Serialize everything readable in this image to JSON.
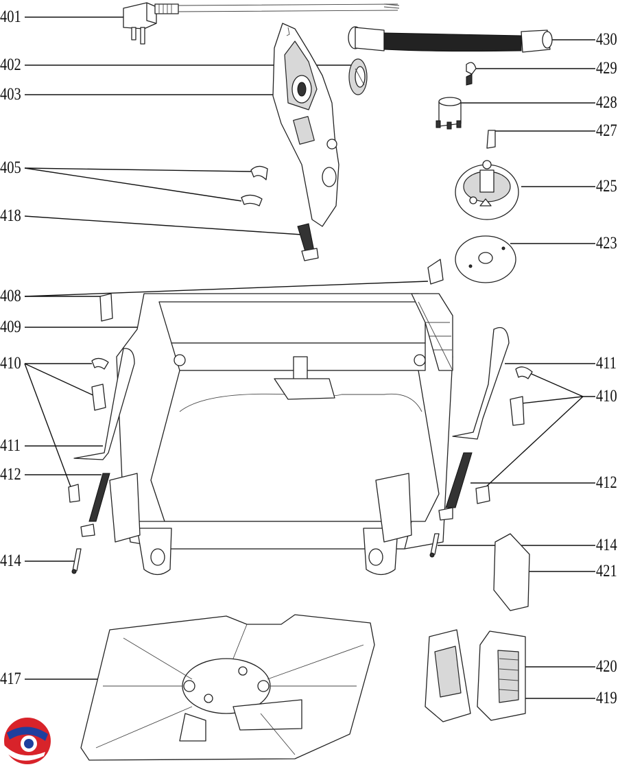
{
  "diagram": {
    "labels_left": [
      "401",
      "402",
      "403",
      "405",
      "418",
      "408",
      "409",
      "410",
      "411",
      "412",
      "414",
      "417"
    ],
    "labels_right": [
      "430",
      "429",
      "428",
      "427",
      "425",
      "423",
      "411",
      "410",
      "412",
      "414",
      "421",
      "420",
      "419"
    ]
  },
  "logo": {
    "colors": {
      "red": "#d8232a",
      "blue": "#1e3f9e"
    }
  }
}
